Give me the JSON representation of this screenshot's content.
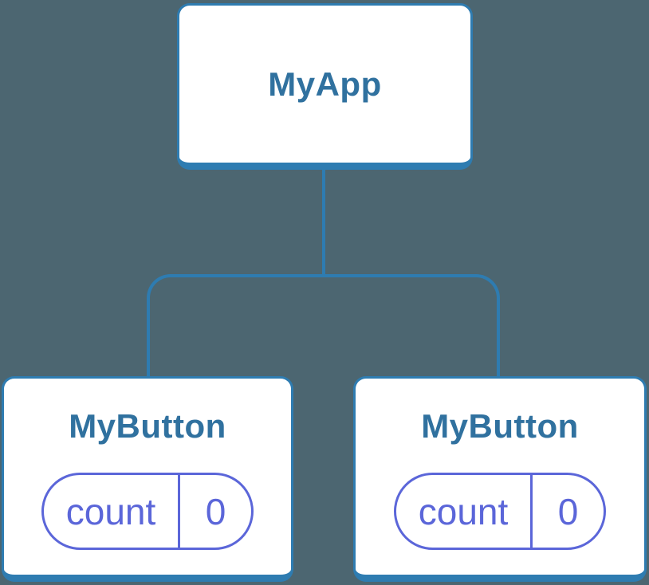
{
  "colors": {
    "background": "#4C6671",
    "connector_blue": "#2E7CB1",
    "node_label_blue": "#30719F",
    "state_purple": "#5B66D9",
    "node_fill": "#FFFFFF"
  },
  "tree": {
    "root": {
      "label": "MyApp"
    },
    "children": [
      {
        "label": "MyButton",
        "state": {
          "name": "count",
          "value": "0"
        }
      },
      {
        "label": "MyButton",
        "state": {
          "name": "count",
          "value": "0"
        }
      }
    ]
  }
}
